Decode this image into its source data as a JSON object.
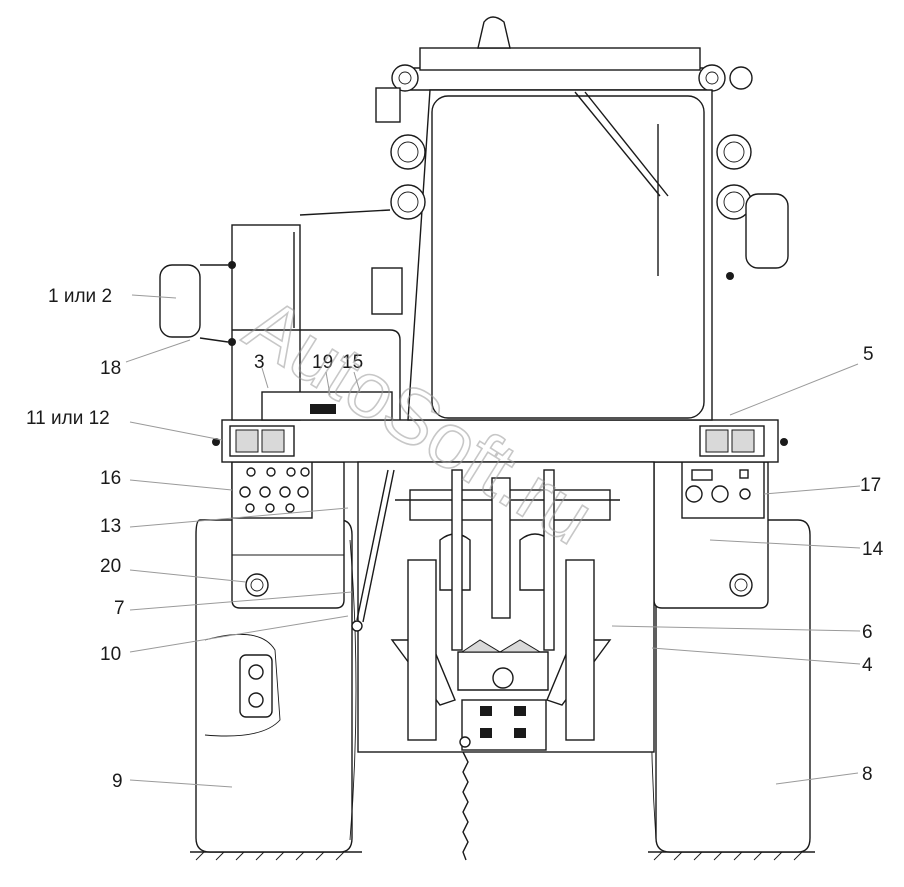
{
  "watermark": "AutoSoft.ru",
  "callouts": [
    {
      "id": "c1",
      "text": "1 или 2"
    },
    {
      "id": "c18",
      "text": "18"
    },
    {
      "id": "c3",
      "text": "3"
    },
    {
      "id": "c19",
      "text": "19"
    },
    {
      "id": "c15",
      "text": "15"
    },
    {
      "id": "c5",
      "text": "5"
    },
    {
      "id": "c11",
      "text": "11 или 12"
    },
    {
      "id": "c16",
      "text": "16"
    },
    {
      "id": "c17",
      "text": "17"
    },
    {
      "id": "c13",
      "text": "13"
    },
    {
      "id": "c14",
      "text": "14"
    },
    {
      "id": "c20",
      "text": "20"
    },
    {
      "id": "c7",
      "text": "7"
    },
    {
      "id": "c6",
      "text": "6"
    },
    {
      "id": "c10",
      "text": "10"
    },
    {
      "id": "c4",
      "text": "4"
    },
    {
      "id": "c9",
      "text": "9"
    },
    {
      "id": "c8",
      "text": "8"
    }
  ]
}
